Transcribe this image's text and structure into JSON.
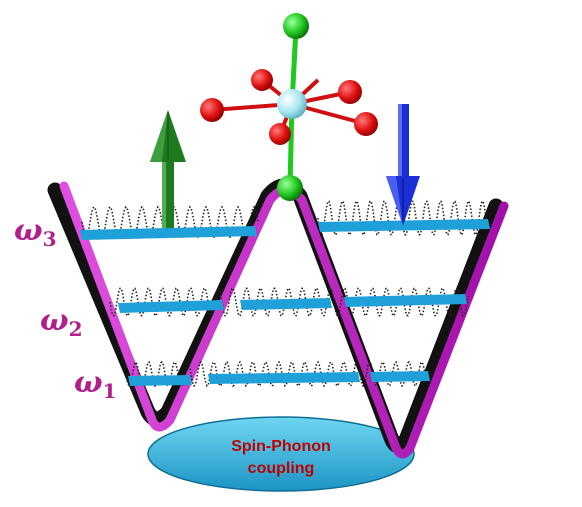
{
  "base": {
    "line1": "Spin-Phonon",
    "line2": "coupling"
  },
  "levels": [
    {
      "symbol": "ω",
      "sub": "3"
    },
    {
      "symbol": "ω",
      "sub": "2"
    },
    {
      "symbol": "ω",
      "sub": "1"
    }
  ],
  "colors": {
    "well": "#c81fc8",
    "well_dark": "#111111",
    "level_bar": "#1fa0d8",
    "base_fill": "#2cb8e0",
    "base_text": "#c00000",
    "label": "#b0208a",
    "arrow_up": "#1f7a1f",
    "arrow_down": "#1a2fd6",
    "atom_center": "#a8e6f0",
    "atom_red": "#e01010",
    "atom_green": "#1ec81e"
  }
}
